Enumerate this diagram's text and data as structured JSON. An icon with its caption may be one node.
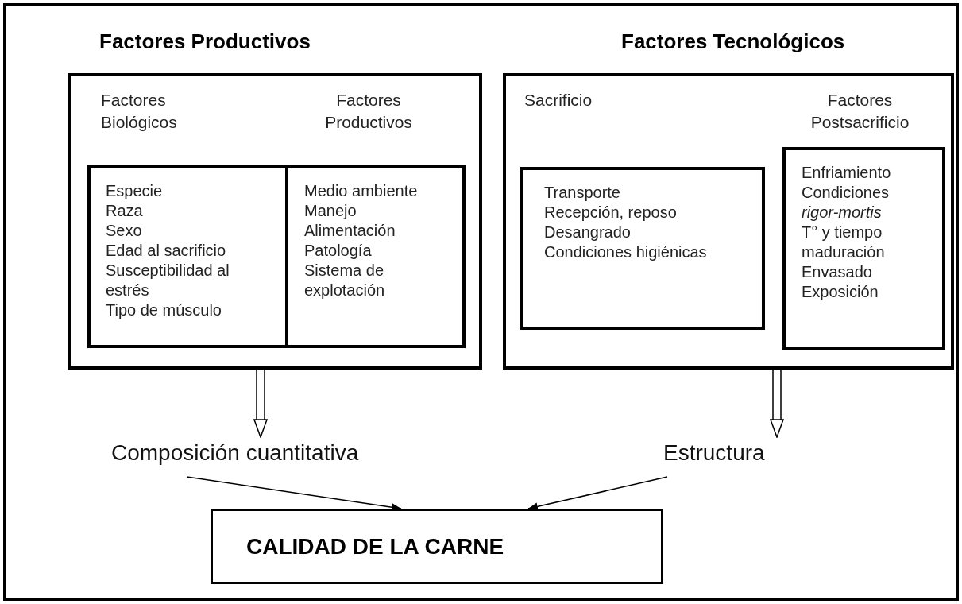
{
  "diagram": {
    "nodes": [
      {
        "text": [
          "Factores Productivos"
        ]
      },
      {
        "text": [
          "Factores Biológicos",
          "Especie",
          "Raza",
          "Sexo",
          "Edad al sacrificio",
          "Susceptibilidad al estrés",
          "Tipo de músculo"
        ],
        "in": 0
      },
      {
        "text": [
          "Factores Productivos",
          "Medio ambiente",
          "Manejo",
          "Alimentación",
          "Patología",
          "Sistema de explotación"
        ],
        "in": 0
      },
      {
        "text": [
          "Factores Tecnológicos"
        ]
      },
      {
        "text": [
          "Sacrificio",
          "Transporte",
          "Recepción, reposo",
          "Desangrado",
          "Condiciones higiénicas"
        ],
        "in": 3
      },
      {
        "text": [
          "Factores Postsacrificio",
          "Enfriamiento",
          "Condiciones",
          "*rigor-mortis*",
          "T° y tiempo maduración",
          "Envasado",
          "Exposición"
        ],
        "in": 3
      },
      {
        "text": [
          "Composición cuantitativa"
        ]
      },
      {
        "text": [
          "Estructura"
        ]
      },
      {
        "text": [
          "CALIDAD DE LA CARNE"
        ]
      }
    ],
    "edges": [
      {
        "from": 0,
        "to": 6,
        "arrow": "to"
      },
      {
        "from": 3,
        "to": 7,
        "arrow": "to"
      },
      {
        "from": 6,
        "to": 8,
        "arrow": "to"
      },
      {
        "from": 7,
        "to": 8,
        "arrow": "to"
      }
    ]
  }
}
